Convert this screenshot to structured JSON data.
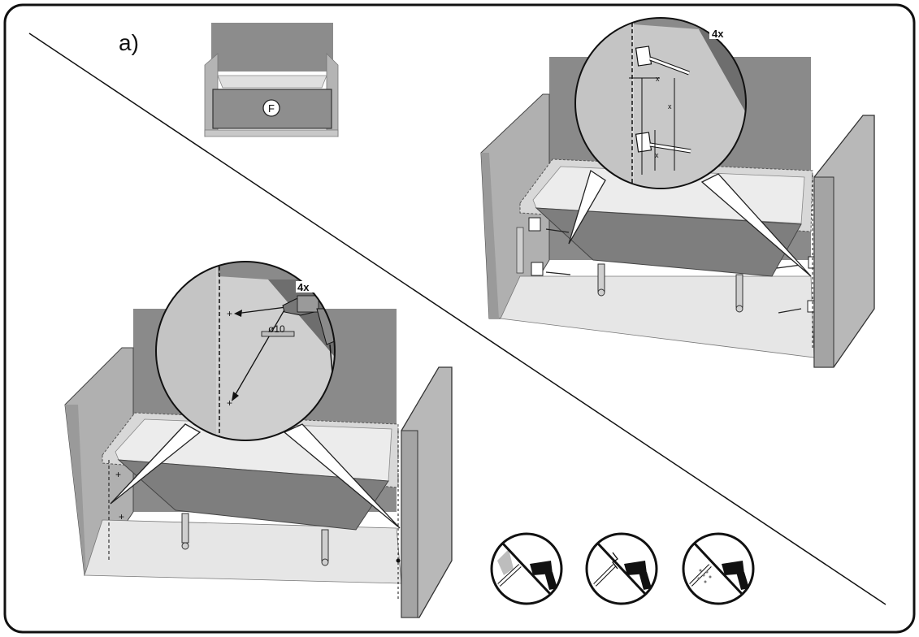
{
  "step_label": "a)",
  "panel_letter": "F",
  "multiplier_top": "4x",
  "multiplier_bottom": "4x",
  "drill_diameter": "ø10",
  "dimension_labels": [
    "x",
    "x",
    "x"
  ],
  "warnings": [
    {
      "icon": "no-grinding-icon"
    },
    {
      "icon": "no-welding-icon"
    },
    {
      "icon": "no-sanding-icon"
    }
  ],
  "colors": {
    "frame": "#111111",
    "panel_dark": "#8c8c8c",
    "panel_mid": "#a8a8a8",
    "panel_light": "#d4d4d4",
    "floor": "#e4e4e4"
  }
}
